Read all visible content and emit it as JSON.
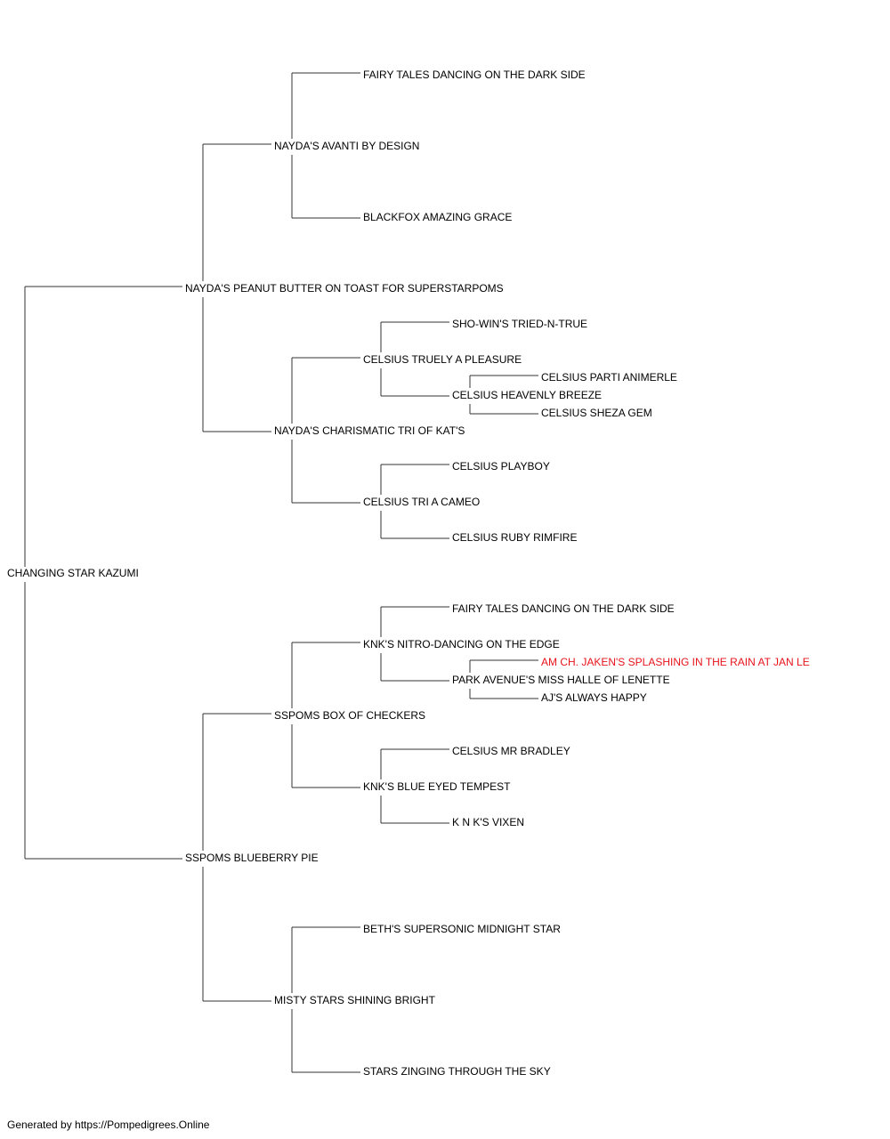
{
  "pedigree": {
    "subject": {
      "name": "CHANGING STAR KAZUMI",
      "sire": {
        "name": "NAYDA'S PEANUT BUTTER ON TOAST FOR SUPERSTARPOMS",
        "sire": {
          "name": "NAYDA'S AVANTI BY DESIGN",
          "sire": {
            "name": "FAIRY TALES DANCING ON THE DARK SIDE"
          },
          "dam": {
            "name": "BLACKFOX AMAZING GRACE"
          }
        },
        "dam": {
          "name": "NAYDA'S CHARISMATIC TRI OF KAT'S",
          "sire": {
            "name": "CELSIUS TRUELY A PLEASURE",
            "sire": {
              "name": "SHO-WIN'S TRIED-N-TRUE"
            },
            "dam": {
              "name": "CELSIUS HEAVENLY BREEZE",
              "sire": {
                "name": "CELSIUS PARTI ANIMERLE"
              },
              "dam": {
                "name": "CELSIUS SHEZA GEM"
              }
            }
          },
          "dam": {
            "name": "CELSIUS TRI A CAMEO",
            "sire": {
              "name": "CELSIUS PLAYBOY"
            },
            "dam": {
              "name": "CELSIUS RUBY RIMFIRE"
            }
          }
        }
      },
      "dam": {
        "name": "SSPOMS BLUEBERRY PIE",
        "sire": {
          "name": "SSPOMS BOX OF CHECKERS",
          "sire": {
            "name": "KNK'S NITRO-DANCING ON THE EDGE",
            "sire": {
              "name": "FAIRY TALES DANCING ON THE DARK SIDE"
            },
            "dam": {
              "name": "PARK AVENUE'S MISS HALLE OF LENETTE",
              "sire": {
                "name": "AM CH. JAKEN'S SPLASHING IN THE RAIN AT JAN LE",
                "highlighted": true
              },
              "dam": {
                "name": "AJ'S ALWAYS HAPPY"
              }
            }
          },
          "dam": {
            "name": "KNK'S BLUE EYED TEMPEST",
            "sire": {
              "name": "CELSIUS MR BRADLEY"
            },
            "dam": {
              "name": "K N K'S VIXEN"
            }
          }
        },
        "dam": {
          "name": "MISTY STARS SHINING BRIGHT",
          "sire": {
            "name": "BETH'S SUPERSONIC MIDNIGHT STAR"
          },
          "dam": {
            "name": "STARS ZINGING THROUGH THE SKY"
          }
        }
      }
    }
  },
  "colors": {
    "line": "#333333",
    "text": "#000000",
    "highlight": "#e8141c"
  },
  "footer": {
    "text": "Generated by https://Pompedigrees.Online"
  }
}
